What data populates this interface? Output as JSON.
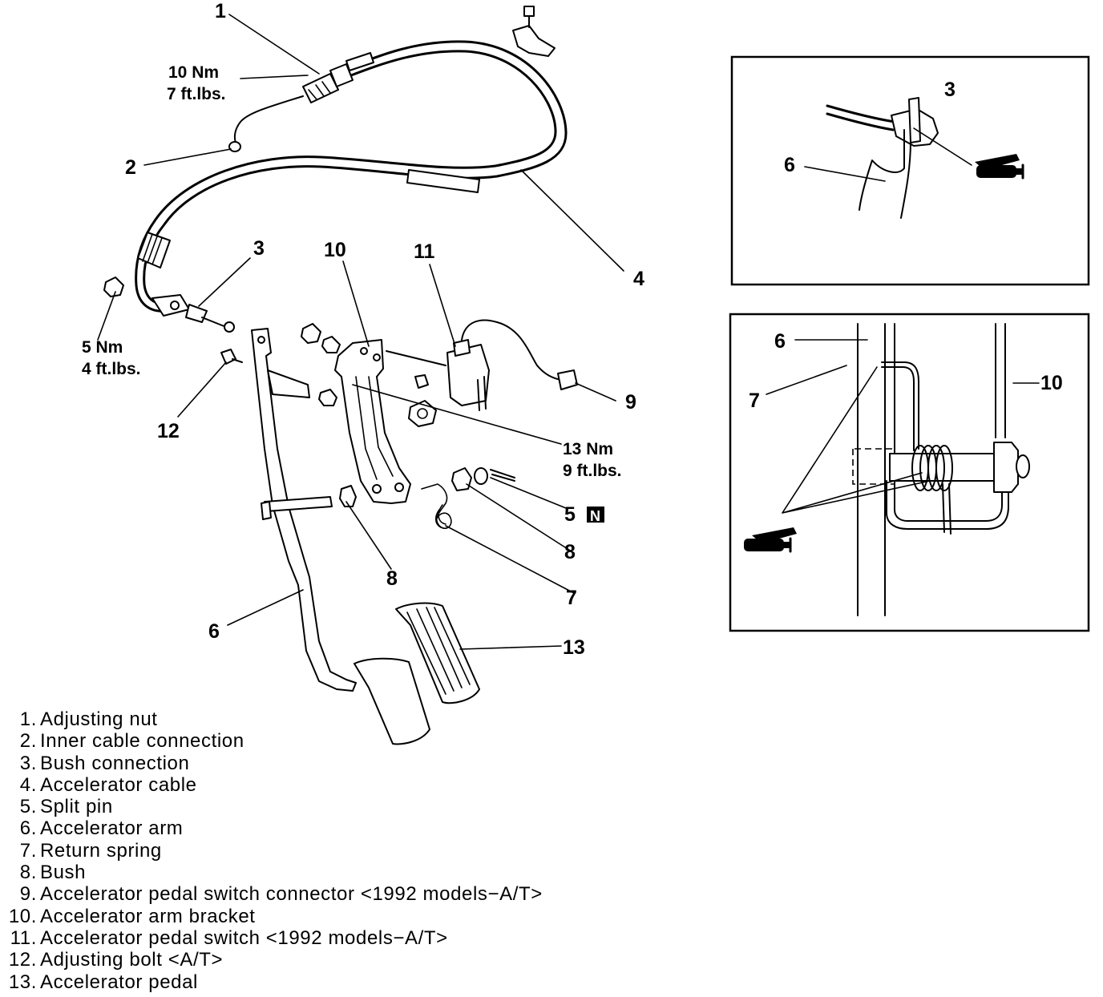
{
  "callouts": {
    "main": [
      "1",
      "2",
      "3",
      "4",
      "5",
      "6",
      "7",
      "8",
      "8",
      "9",
      "10",
      "11",
      "12",
      "13"
    ],
    "n_badge": "N"
  },
  "torque": {
    "adjusting_nut": [
      "10 Nm",
      "7 ft.lbs."
    ],
    "bush_connection": [
      "5 Nm",
      "4 ft.lbs."
    ],
    "bracket_nut": [
      "13 Nm",
      "9 ft.lbs."
    ]
  },
  "detail_top": {
    "labels": [
      "3",
      "6"
    ],
    "icon": "grease-gun-icon"
  },
  "detail_bottom": {
    "labels": [
      "6",
      "7",
      "10"
    ],
    "icon": "grease-gun-icon"
  },
  "legend": [
    {
      "num": "1.",
      "text": "Adjusting nut"
    },
    {
      "num": "2.",
      "text": "Inner cable connection"
    },
    {
      "num": "3.",
      "text": "Bush connection"
    },
    {
      "num": "4.",
      "text": "Accelerator cable"
    },
    {
      "num": "5.",
      "text": "Split pin"
    },
    {
      "num": "6.",
      "text": "Accelerator arm"
    },
    {
      "num": "7.",
      "text": "Return spring"
    },
    {
      "num": "8.",
      "text": "Bush"
    },
    {
      "num": "9.",
      "text": "Accelerator pedal switch connector <1992 models−A/T>"
    },
    {
      "num": "10.",
      "text": "Accelerator arm bracket"
    },
    {
      "num": "11.",
      "text": "Accelerator pedal switch <1992 models−A/T>"
    },
    {
      "num": "12.",
      "text": "Adjusting bolt <A/T>"
    },
    {
      "num": "13.",
      "text": "Accelerator pedal"
    }
  ]
}
